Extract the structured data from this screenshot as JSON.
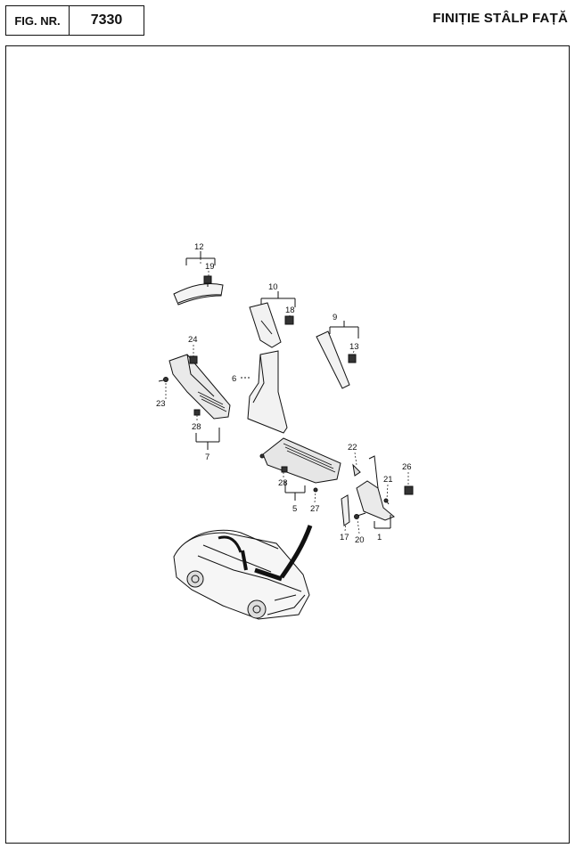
{
  "header": {
    "fig_label": "FIG. NR.",
    "fig_number": "7330",
    "title": "FINIȚIE STÂLP FAȚĂ"
  },
  "callouts": {
    "c12": "12",
    "c19": "19",
    "c10": "10",
    "c18": "18",
    "c9": "9",
    "c13": "13",
    "c24": "24",
    "c6": "6",
    "c23": "23",
    "c28a": "28",
    "c7": "7",
    "c22": "22",
    "c26": "26",
    "c21": "21",
    "c28b": "28",
    "c5": "5",
    "c27": "27",
    "c17": "17",
    "c20": "20",
    "c1": "1"
  }
}
